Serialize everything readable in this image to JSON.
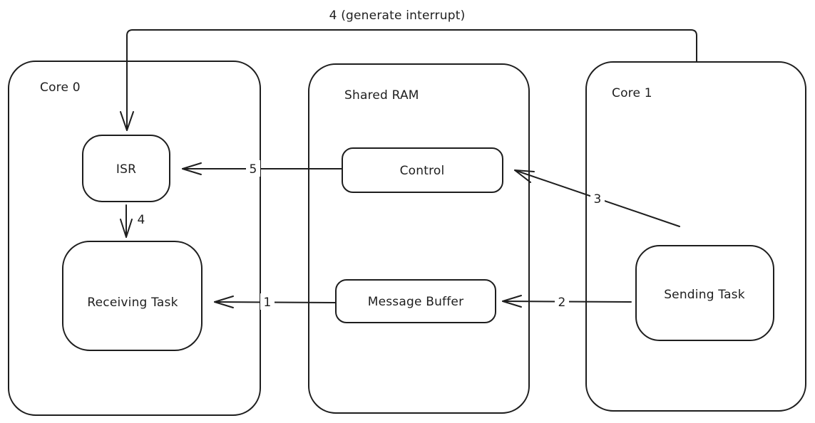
{
  "canvas": {
    "background": "#ffffff",
    "ink": "#1e1e1e"
  },
  "containers": [
    {
      "name": "core-0",
      "label": "Core 0"
    },
    {
      "name": "shared-ram",
      "label": "Shared RAM"
    },
    {
      "name": "core-1",
      "label": "Core 1"
    }
  ],
  "nodes": [
    {
      "name": "isr",
      "label": "ISR",
      "container": "core-0"
    },
    {
      "name": "receiving-task",
      "label": "Receiving Task",
      "container": "core-0"
    },
    {
      "name": "control",
      "label": "Control",
      "container": "shared-ram"
    },
    {
      "name": "message-buffer",
      "label": "Message Buffer",
      "container": "shared-ram"
    },
    {
      "name": "sending-task",
      "label": "Sending Task",
      "container": "core-1"
    }
  ],
  "arrows": [
    {
      "name": "arrow-generate-interrupt",
      "label": "4 (generate interrupt)",
      "from": "core-1",
      "to": "isr"
    },
    {
      "name": "arrow-5",
      "label": "5",
      "from": "control",
      "to": "isr"
    },
    {
      "name": "arrow-4",
      "label": "4",
      "from": "isr",
      "to": "receiving-task"
    },
    {
      "name": "arrow-1",
      "label": "1",
      "from": "message-buffer",
      "to": "receiving-task"
    },
    {
      "name": "arrow-2",
      "label": "2",
      "from": "sending-task",
      "to": "message-buffer"
    },
    {
      "name": "arrow-3",
      "label": "3",
      "from": "sending-task",
      "to": "control"
    }
  ]
}
